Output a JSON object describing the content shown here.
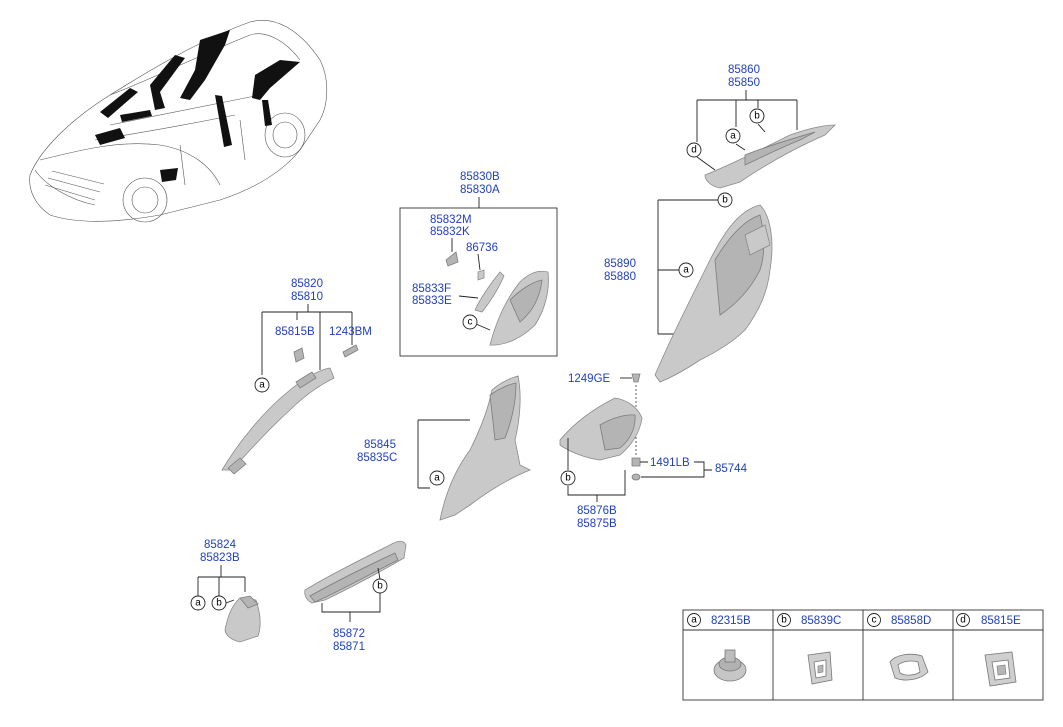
{
  "parts": {
    "p85860": "85860",
    "p85850": "85850",
    "p85830B": "85830B",
    "p85830A": "85830A",
    "p85832M": "85832M",
    "p85832K": "85832K",
    "p86736": "86736",
    "p85833F": "85833F",
    "p85833E": "85833E",
    "p85890": "85890",
    "p85880": "85880",
    "p85820": "85820",
    "p85810": "85810",
    "p85815B": "85815B",
    "p1243BM": "1243BM",
    "p1249GE": "1249GE",
    "p85845": "85845",
    "p85835C": "85835C",
    "p1491LB": "1491LB",
    "p85744": "85744",
    "p85876B": "85876B",
    "p85875B": "85875B",
    "p85824": "85824",
    "p85823B": "85823B",
    "p85872": "85872",
    "p85871": "85871"
  },
  "callouts": {
    "a": "a",
    "b": "b",
    "c": "c",
    "d": "d"
  },
  "legend": [
    {
      "letter": "a",
      "part": "82315B"
    },
    {
      "letter": "b",
      "part": "85839C"
    },
    {
      "letter": "c",
      "part": "85858D"
    },
    {
      "letter": "d",
      "part": "85815E"
    }
  ]
}
